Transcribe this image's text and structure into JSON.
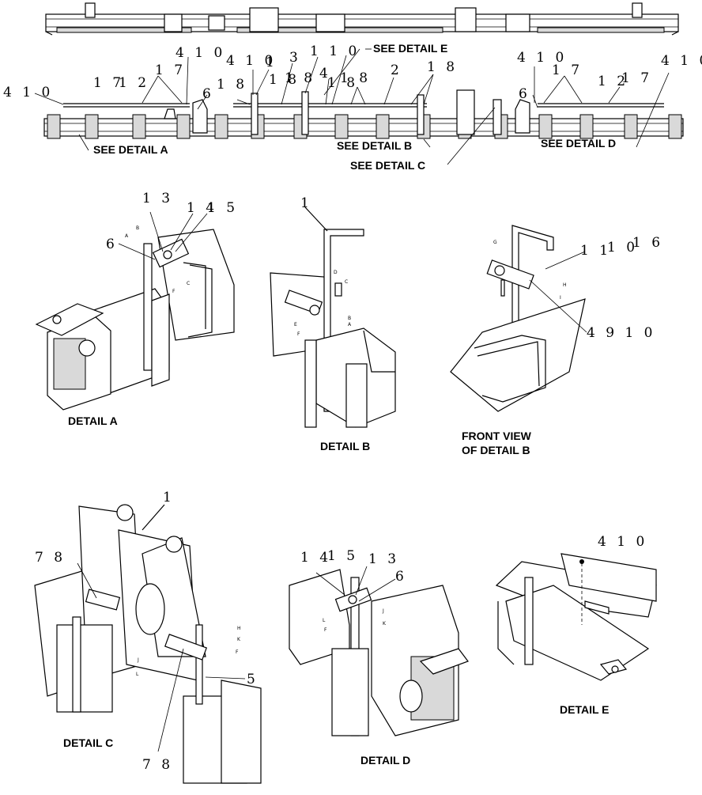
{
  "see_detail_labels": {
    "a": "SEE DETAIL A",
    "b": "SEE DETAIL B",
    "c": "SEE DETAIL C",
    "d": "SEE DETAIL D",
    "e": "SEE DETAIL E"
  },
  "detail_captions": {
    "a": "DETAIL A",
    "b": "DETAIL B",
    "front_b_line1": "FRONT VIEW",
    "front_b_line2": "OF DETAIL B",
    "c": "DETAIL C",
    "d": "DETAIL D",
    "e": "DETAIL E"
  },
  "callouts_overview": {
    "c1": "4 1 0",
    "c2": "1 7",
    "c3": "1 2",
    "c4": "1 7",
    "c5": "4 1 0",
    "c6": "6",
    "c7": "1 8",
    "c8": "4 1 0",
    "c9": "1",
    "c10": "1 8",
    "c11": "3",
    "c12": "1 8",
    "c13": "1 1 0",
    "c14": "4",
    "c15": "1 8",
    "c16": "1 8",
    "c17": "2",
    "c18": "1 8",
    "c19": "4 1 0",
    "c20": "1 7",
    "c21": "6",
    "c22": "1 2",
    "c23": "1 7",
    "c24": "4 1 0"
  },
  "callouts_detail_a": {
    "n1": "1 3",
    "n2": "1 4",
    "n3": "1 5",
    "n4": "6"
  },
  "callouts_detail_b": {
    "n1": "1"
  },
  "callouts_front_b": {
    "n1": "1 1",
    "n2": "1 0",
    "n3": "1 6",
    "n4": "4 9 1 0"
  },
  "callouts_detail_c": {
    "n1": "1",
    "n2": "7 8",
    "n3": "5",
    "n4": "7 8"
  },
  "callouts_detail_d": {
    "n1": "1 4",
    "n2": "1 5",
    "n3": "1 3",
    "n4": "6"
  },
  "callouts_detail_e": {
    "n1": "4 1 0"
  },
  "small_letters": {
    "a": [
      "B",
      "A",
      "C",
      "F"
    ],
    "b": [
      "D",
      "C",
      "E",
      "F",
      "B",
      "A"
    ],
    "front_b": [
      "G",
      "H",
      "I"
    ],
    "c": [
      "H",
      "K",
      "F",
      "J",
      "L"
    ],
    "d": [
      "J",
      "K",
      "L",
      "F"
    ]
  }
}
